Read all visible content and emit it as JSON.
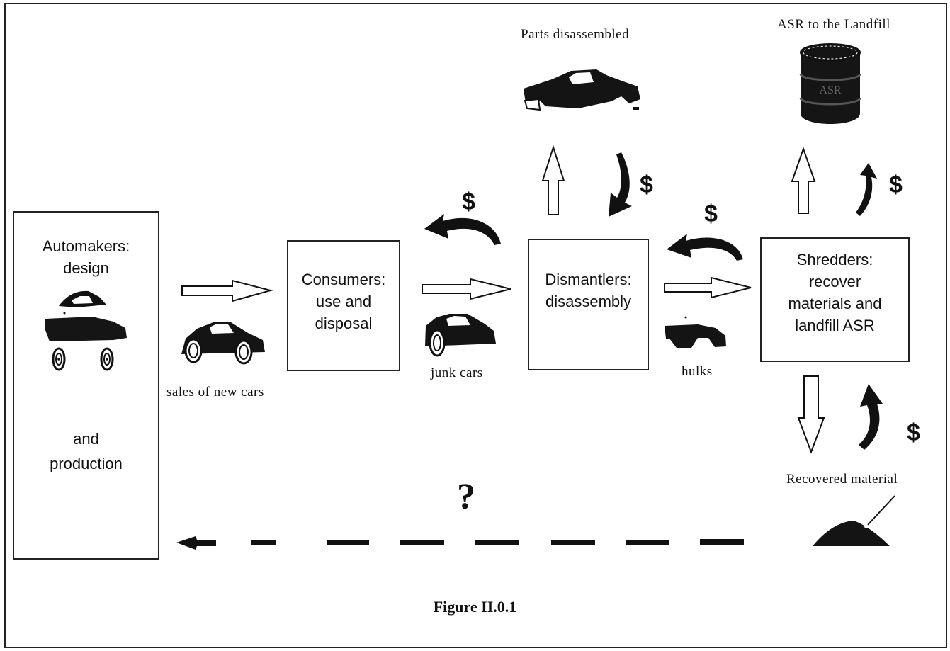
{
  "automakers": {
    "line1": "Automakers:",
    "line2": "design",
    "line3": "and",
    "line4": "production"
  },
  "consumers": {
    "line1": "Consumers:",
    "line2": "use and",
    "line3": "disposal"
  },
  "dismantlers": {
    "line1": "Dismantlers:",
    "line2": "disassembly"
  },
  "shredders": {
    "line1": "Shredders:",
    "line2": "recover",
    "line3": "materials and",
    "line4": "landfill ASR"
  },
  "captions": {
    "sales": "sales of new cars",
    "junk": "junk cars",
    "hulks": "hulks",
    "parts": "Parts disassembled",
    "asr": "ASR to the Landfill",
    "recovered": "Recovered material"
  },
  "drum_label": "ASR",
  "dollar": "$",
  "question": "?",
  "figure_caption": "Figure II.0.1"
}
